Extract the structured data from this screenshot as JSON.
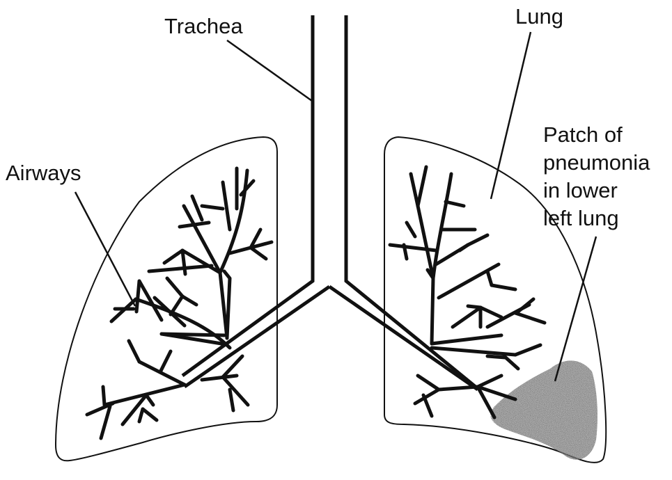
{
  "labels": {
    "trachea": "Trachea",
    "lung": "Lung",
    "airways": "Airways",
    "patch": [
      "Patch of",
      "pneumonia",
      "in lower",
      "left lung"
    ]
  },
  "colors": {
    "stroke": "#111111",
    "patch": "#6d6d6d"
  }
}
